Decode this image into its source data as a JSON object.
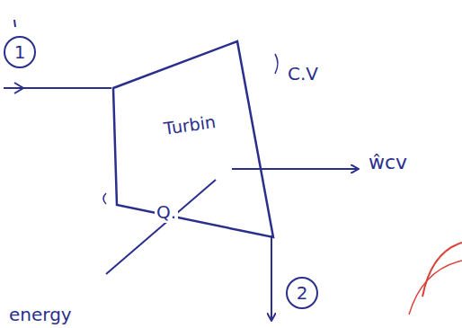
{
  "diagram": {
    "nodes": [
      {
        "text": [
          "1"
        ]
      },
      {
        "text": [
          "Turbin"
        ]
      },
      {
        "text": [
          "2"
        ]
      }
    ],
    "labels": [
      "C.V",
      "ŵcv",
      "Q.",
      "energy"
    ]
  }
}
